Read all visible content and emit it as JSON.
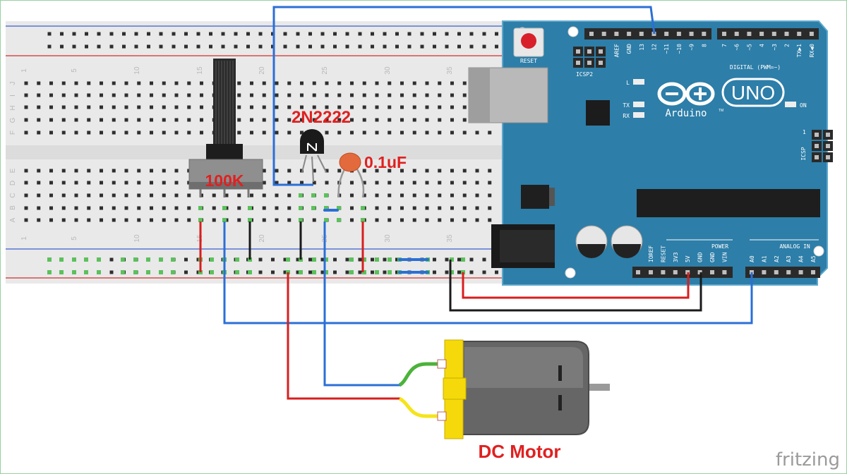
{
  "labels": {
    "transistor": "2N2222",
    "capacitor": "0.1uF",
    "potentiometer": "100K",
    "motor": "DC Motor",
    "watermark": "fritzing"
  },
  "arduino": {
    "board": "UNO",
    "brand": "Arduino",
    "trademark": "TM",
    "reset": "RESET",
    "icsp2": "ICSP2",
    "icsp": "ICSP",
    "icsp_pin": "1",
    "on": "ON",
    "led_l": "L",
    "led_tx": "TX",
    "led_rx": "RX",
    "digital_header": "DIGITAL (PWM=~)",
    "power_header": "POWER",
    "analog_header": "ANALOG IN",
    "digital_pins": [
      "AREF",
      "GND",
      "13",
      "12",
      "~11",
      "~10",
      "~9",
      "8",
      "7",
      "~6",
      "~5",
      "4",
      "~3",
      "2",
      "TX▶1",
      "RX◀0"
    ],
    "power_pins": [
      "IOREF",
      "RESET",
      "3V3",
      "5V",
      "GND",
      "GND",
      "VIN"
    ],
    "analog_pins": [
      "A0",
      "A1",
      "A2",
      "A3",
      "A4",
      "A5"
    ]
  },
  "breadboard": {
    "row_letters_top": [
      "J",
      "I",
      "H",
      "G",
      "F"
    ],
    "row_letters_bottom": [
      "E",
      "D",
      "C",
      "B",
      "A"
    ],
    "column_numbers": [
      "1",
      "5",
      "10",
      "15",
      "20",
      "25",
      "30",
      "35"
    ]
  },
  "colors": {
    "wire_red": "#d81e1e",
    "wire_blue": "#2b6fd6",
    "wire_black": "#1a1a1a",
    "arduino_blue": "#2d7ea8",
    "label_red": "#e02020",
    "motor_yellow": "#f5d90a"
  }
}
